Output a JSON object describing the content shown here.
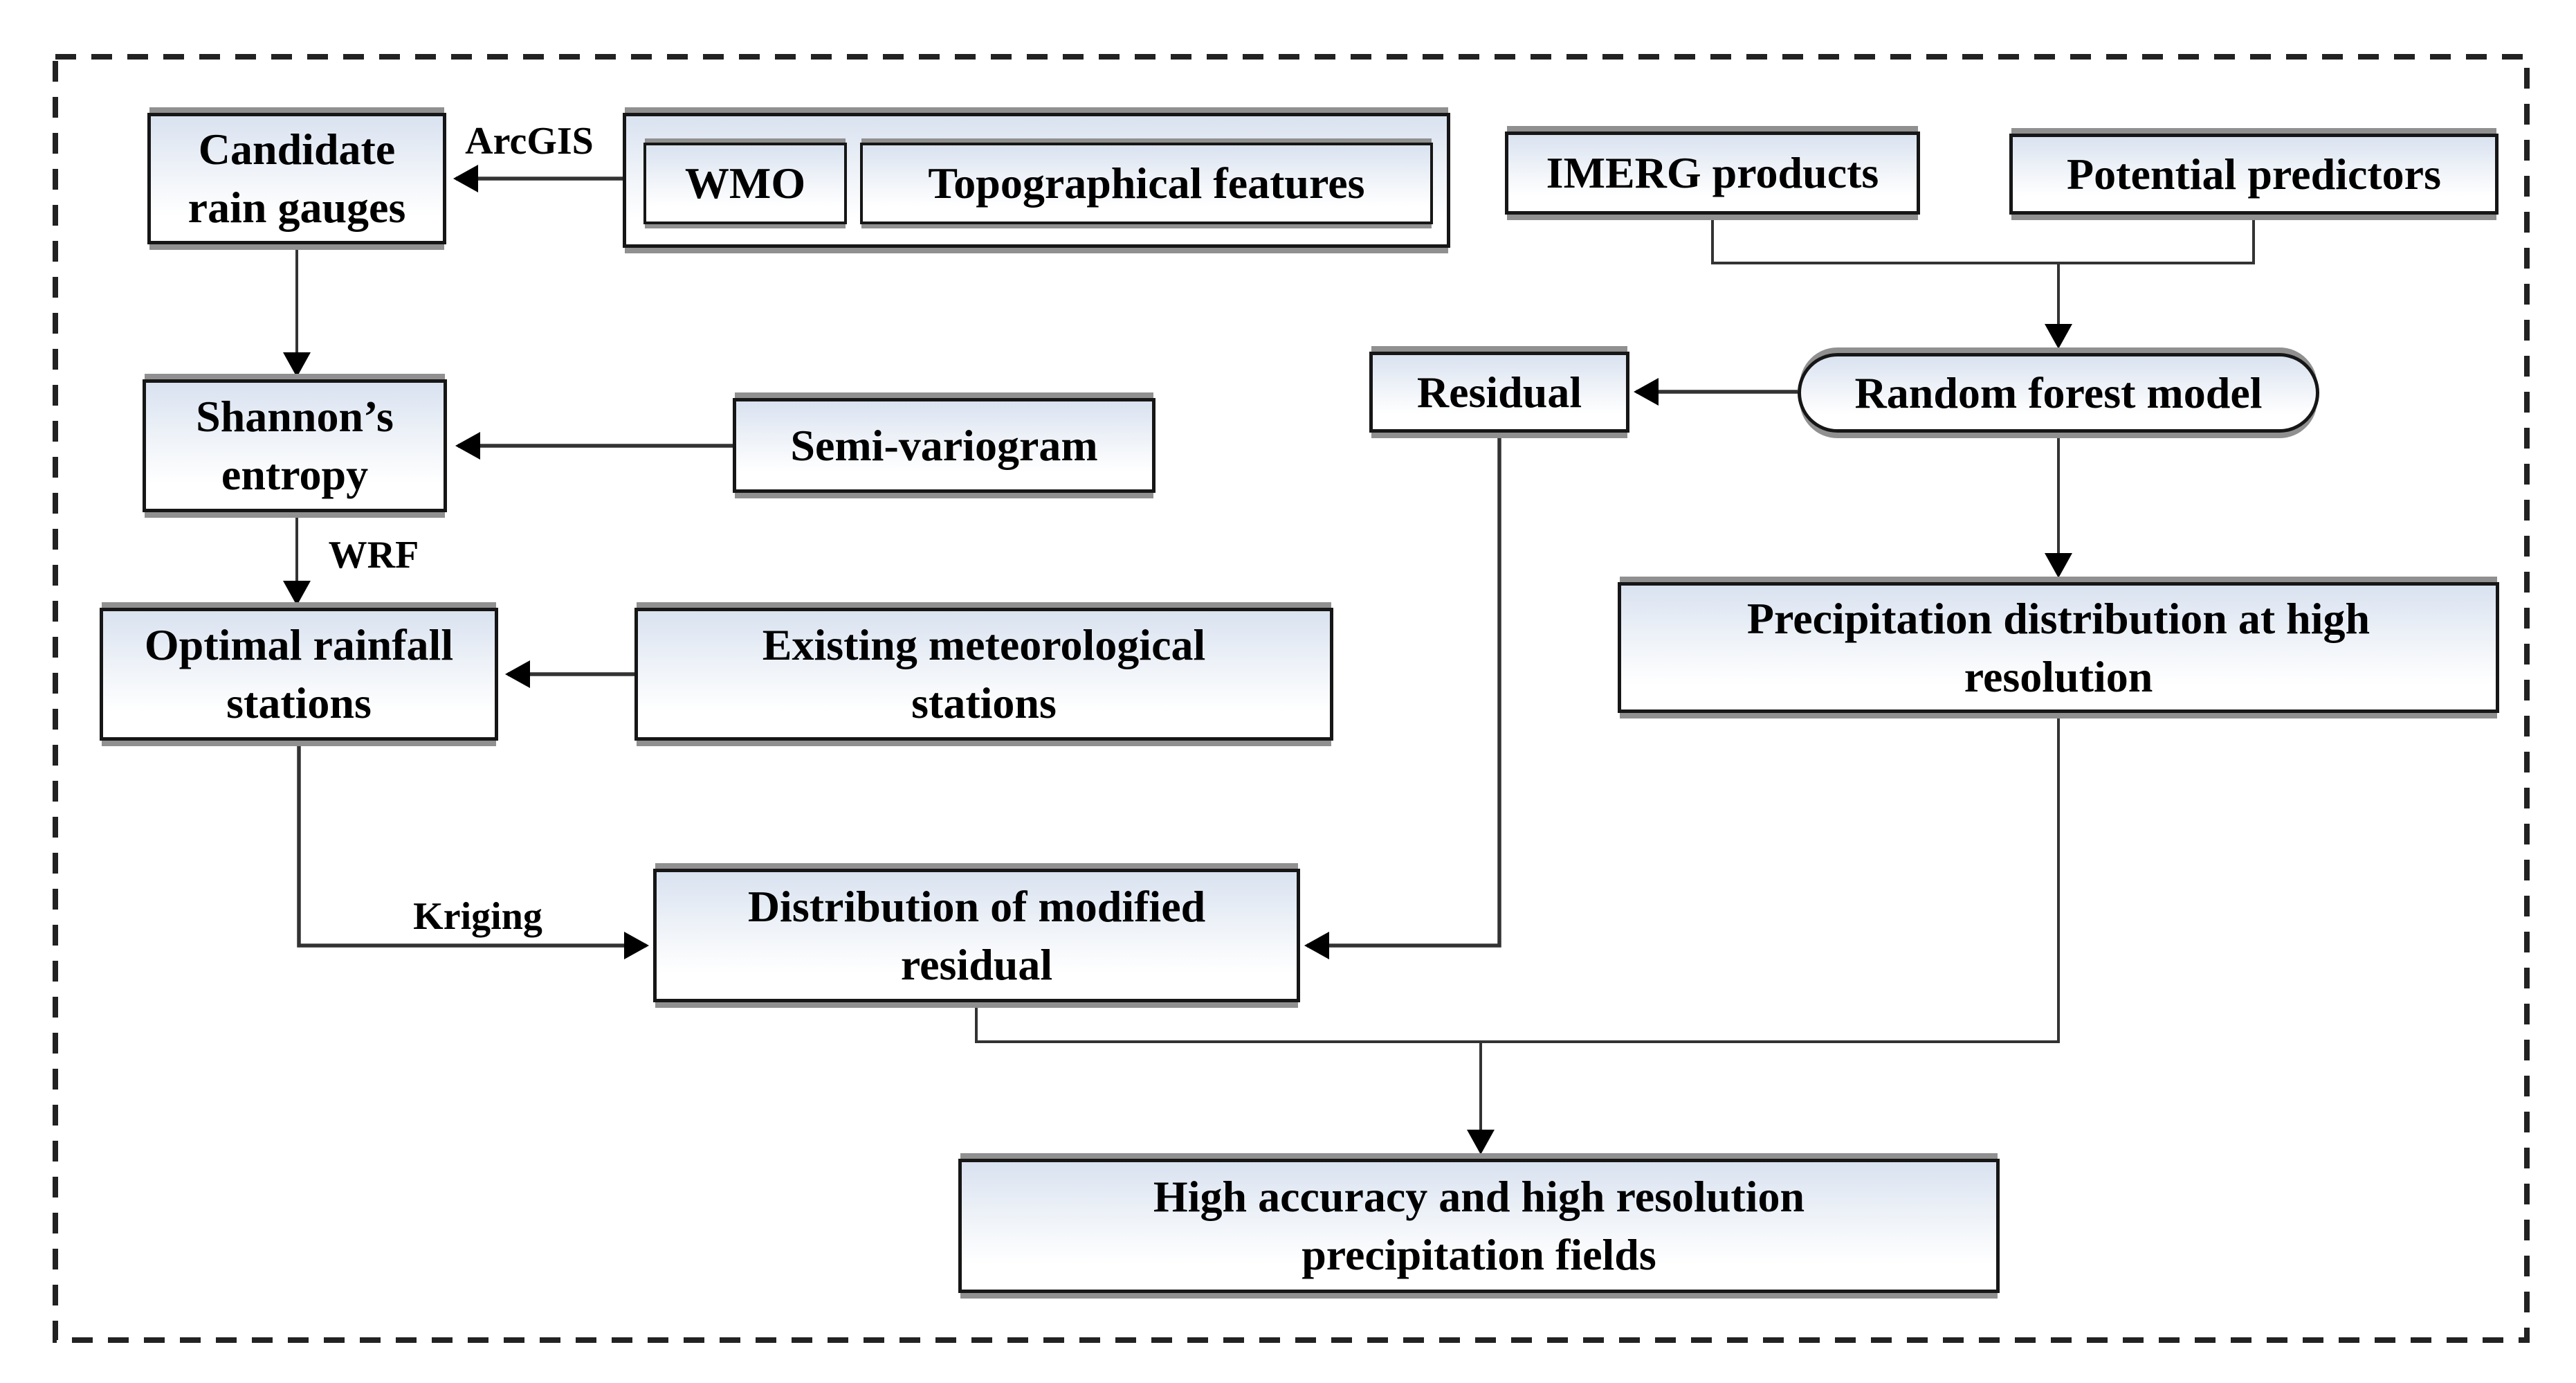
{
  "figure": {
    "type": "flowchart",
    "nodes": {
      "candidate_rain_gauges": {
        "lines": [
          "Candidate",
          "rain gauges"
        ]
      },
      "wmo": {
        "lines": [
          "WMO"
        ]
      },
      "topographical_features": {
        "lines": [
          "Topographical features"
        ]
      },
      "imerg_products": {
        "lines": [
          "IMERG products"
        ]
      },
      "potential_predictors": {
        "lines": [
          "Potential predictors"
        ]
      },
      "shannons_entropy": {
        "lines": [
          "Shannon’s",
          "entropy"
        ]
      },
      "semi_variogram": {
        "lines": [
          "Semi-variogram"
        ]
      },
      "optimal_rainfall_stations": {
        "lines": [
          "Optimal rainfall",
          "stations"
        ]
      },
      "existing_meteorological_stations": {
        "lines": [
          "Existing meteorological",
          "stations"
        ]
      },
      "residual": {
        "lines": [
          "Residual"
        ]
      },
      "random_forest_model": {
        "lines": [
          "Random forest model"
        ]
      },
      "precipitation_distribution": {
        "lines": [
          "Precipitation distribution at high",
          "resolution"
        ]
      },
      "distribution_modified_residual": {
        "lines": [
          "Distribution of modified",
          "residual"
        ]
      },
      "high_accuracy_fields": {
        "lines": [
          "High accuracy and high resolution",
          "precipitation fields"
        ]
      }
    },
    "edge_labels": {
      "arcgis": "ArcGIS",
      "wrf": "WRF",
      "kriging": "Kriging"
    },
    "colors": {
      "background": "#ffffff",
      "box-fill-top": "#d9e2f0",
      "box-fill-mid": "#eef2f8",
      "box-fill-bottom": "#ffffff",
      "box-border": "#161616",
      "line": "#333333",
      "arrow": "#000000",
      "shadow": "#909090",
      "dash": "#222222",
      "text": "#000000"
    }
  }
}
